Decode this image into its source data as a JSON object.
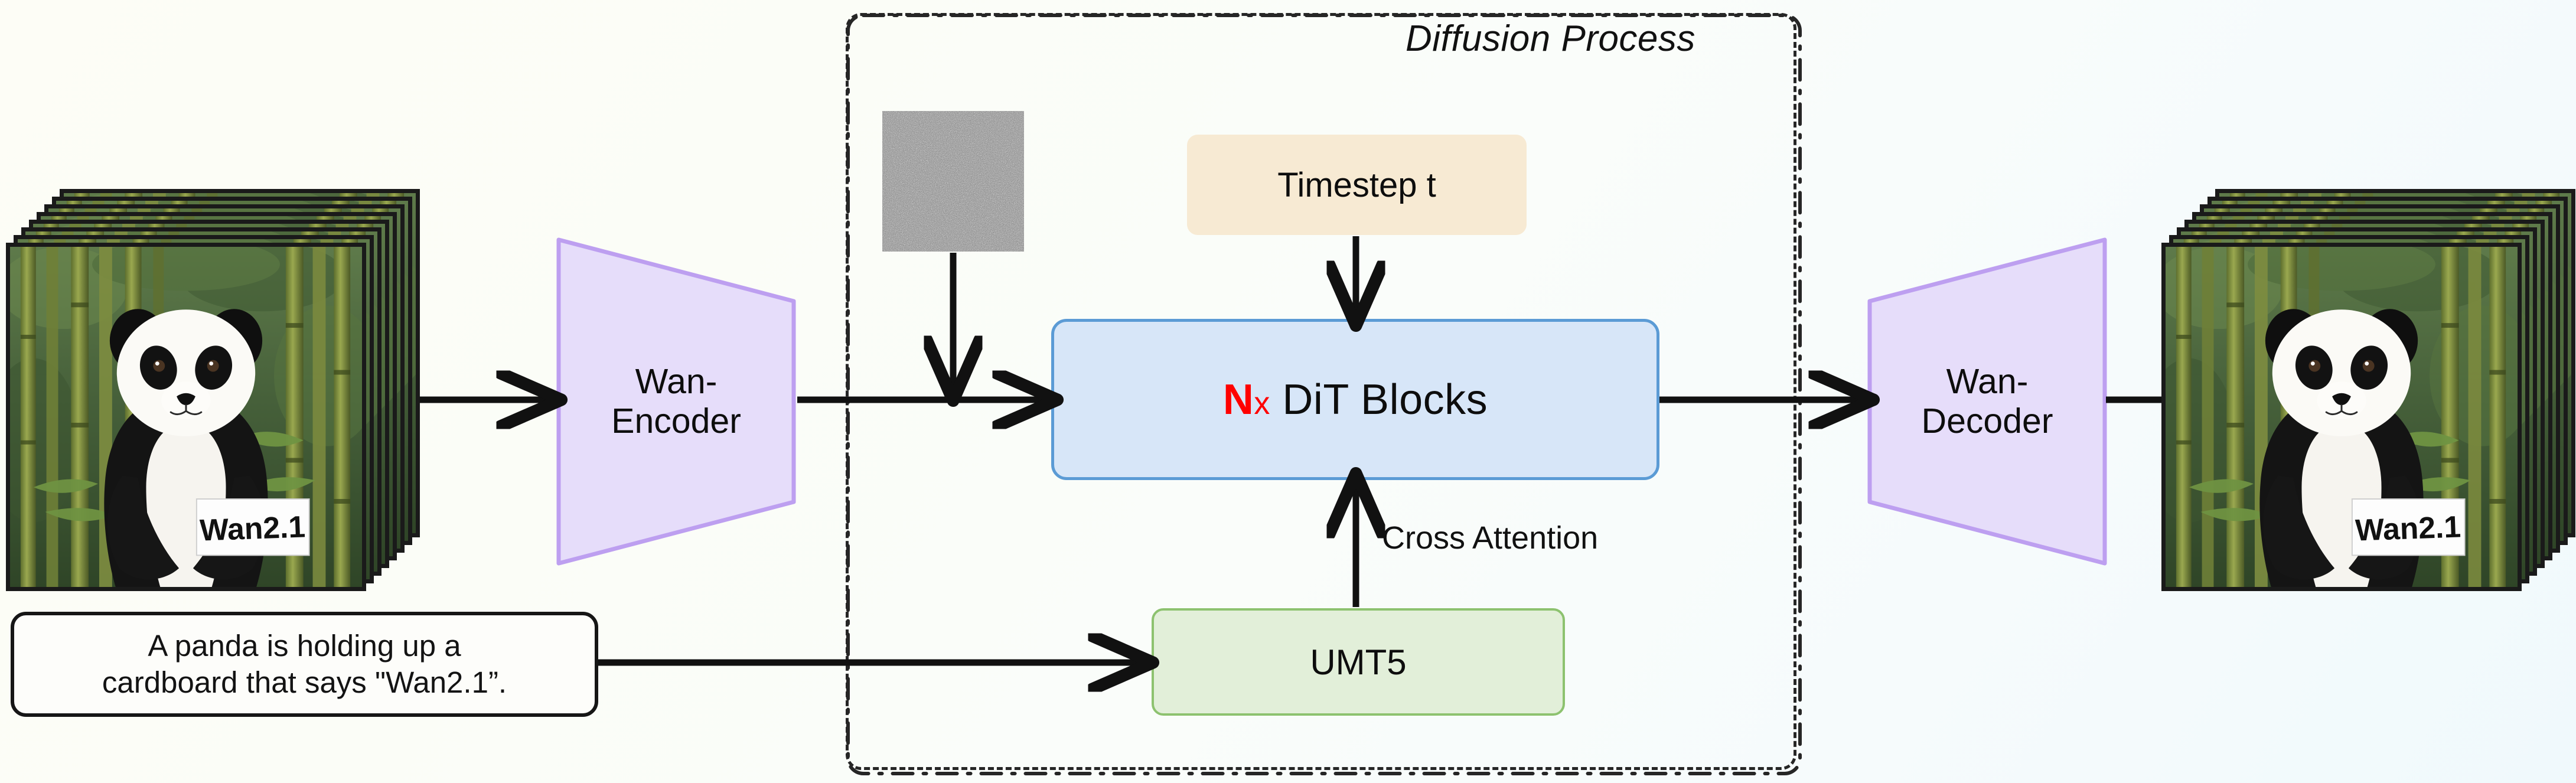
{
  "diagram": {
    "title": "Wan2.1 text-to-video diffusion pipeline",
    "background_from": "#fdfdf6",
    "background_to": "#f0f9fc"
  },
  "diffusion_region": {
    "label": "Diffusion Process",
    "border_style": "dash-dot",
    "border_color": "#262626"
  },
  "input_video": {
    "alt": "Stack of video frames of a panda holding a cardboard sign",
    "sign_text": "Wan2.1",
    "frame_count": 8
  },
  "output_video": {
    "alt": "Stack of generated video frames of a panda holding a cardboard sign",
    "sign_text": "Wan2.1",
    "frame_count": 8
  },
  "encoder": {
    "line1": "Wan-",
    "line2": "Encoder",
    "fill": "#e6ddfa",
    "stroke": "#bd9ff0"
  },
  "decoder": {
    "line1": "Wan-",
    "line2": "Decoder",
    "fill": "#e6ddfa",
    "stroke": "#bd9ff0"
  },
  "dit": {
    "multiplier": "N",
    "times": "x",
    "label": "DiT Blocks",
    "multiplier_color": "#ff0000",
    "fill": "#d7e6f8",
    "stroke": "#5b9bd5"
  },
  "timestep": {
    "label": "Timestep t",
    "fill": "#f7ead3"
  },
  "text_encoder": {
    "label": "UMT5",
    "fill": "#e2efd9",
    "stroke": "#8dc26f"
  },
  "prompt": {
    "line1": "A panda is holding up a",
    "line2": "cardboard that says \"Wan2.1”."
  },
  "noise": {
    "label": "gaussian-noise-latent"
  },
  "edges": {
    "cross_attention": "Cross Attention"
  }
}
